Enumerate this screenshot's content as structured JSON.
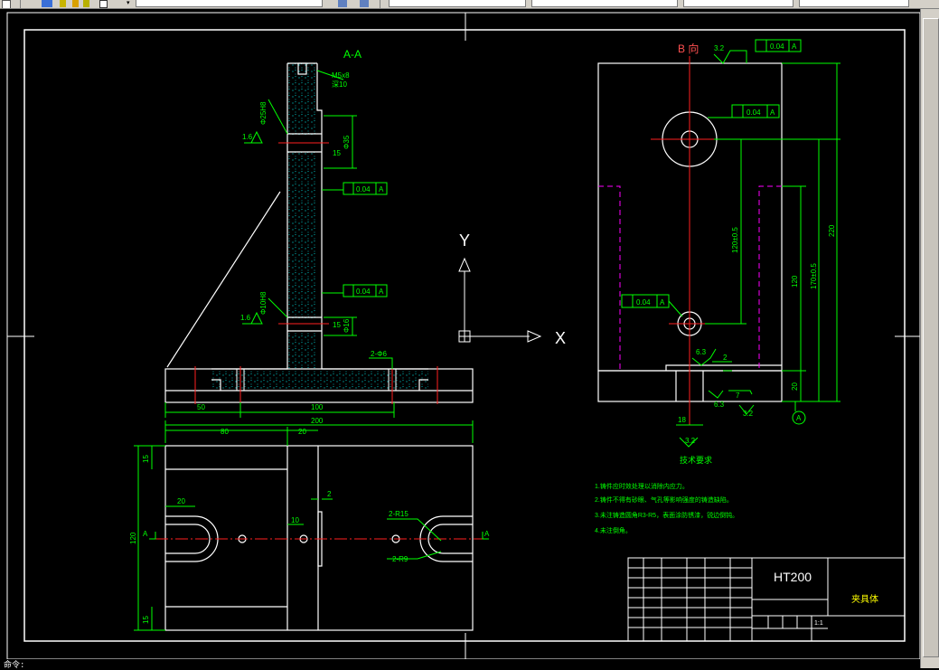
{
  "colors": {
    "background": "#000000",
    "frame": "#ffffff",
    "dimension": "#00ff00",
    "centerline": "#ff0000",
    "hidden": "#ff00ff",
    "hatch": "#00ffff",
    "title_text": "#ffff00",
    "view_label": "#ff5050"
  },
  "toolbar": {
    "layer_field": "",
    "style_field": "",
    "linetype_field": "",
    "lineweight_field": "",
    "color_field": "",
    "icons": [
      "app-icon",
      "layer-icon",
      "lightbulb-icon",
      "sun-icon",
      "lock-icon",
      "color-icon",
      "layer-prev-icon",
      "layer-states-icon"
    ]
  },
  "views": {
    "section_aa": {
      "title": "A-A",
      "labels": {
        "thread": "M5x8",
        "thread_depth": "深10",
        "bore_top": "Φ25H8",
        "roughness_top": "1.6",
        "dim_top_dia": "Φ35",
        "chamfer_top": "15",
        "perp_tol_1": "0.04",
        "datum_1": "A",
        "perp_tol_2": "0.04",
        "datum_2": "A",
        "bore_bottom": "Φ10H8",
        "roughness_bottom": "1.6",
        "dim_bottom_dia": "Φ16",
        "chamfer_bottom": "15",
        "holes": "2-Φ6",
        "dim_50": "50",
        "dim_100": "100"
      }
    },
    "top_view": {
      "labels": {
        "dim_80": "80",
        "dim_20_top": "20",
        "dim_200": "200",
        "dim_15_top": "15",
        "dim_120": "120",
        "dim_15_bottom": "15",
        "dim_20_slot": "20",
        "dim_10": "10",
        "dim_2": "2",
        "r15": "2-R15",
        "r9": "2-R9",
        "section_left": "A",
        "section_right": "A"
      }
    },
    "view_b": {
      "title": "B 向",
      "labels": {
        "roughness_face": "3.2",
        "parallel_tol_top": "0.04",
        "datum_top": "A",
        "parallel_tol_hole": "0.04",
        "datum_hole": "A",
        "parallel_tol_small": "0.04",
        "datum_small": "A",
        "dim_120_05": "120±0.5",
        "dim_120": "120",
        "dim_170": "170±0.5",
        "dim_220": "220",
        "dim_20": "20",
        "dim_2": "2",
        "dim_7": "7",
        "roughness_6_3_top": "6.3",
        "roughness_6_3_bottom": "6.3",
        "roughness_3_2_right": "3.2",
        "roughness_3_2_bottom": "3.2",
        "dim_18": "18",
        "datum_circle": "A"
      }
    }
  },
  "ucs": {
    "x_label": "X",
    "y_label": "Y"
  },
  "tech_requirements": {
    "title": "技术要求",
    "items": [
      "1.铸件应时效处理以消除内应力。",
      "2.铸件不得有砂眼、气孔等影响强度的铸造缺陷。",
      "3.未注铸造圆角R3-R5，表面涂防锈漆，锐边倒钝。",
      "4.未注倒角。"
    ]
  },
  "title_block": {
    "material": "HT200",
    "part_name": "夹具体",
    "scale": "1:1"
  },
  "command_line": "命令:"
}
